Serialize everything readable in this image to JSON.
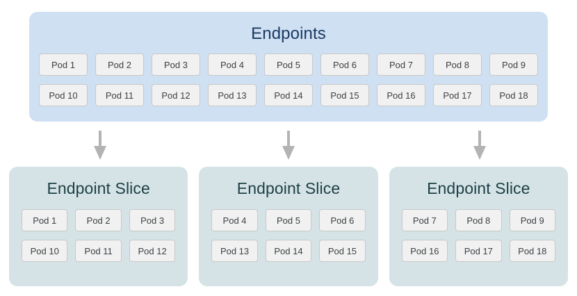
{
  "diagram": {
    "endpoints": {
      "title": "Endpoints",
      "bg_color": "#cfe0f2",
      "title_color": "#1b3a63",
      "pods": [
        "Pod 1",
        "Pod 2",
        "Pod 3",
        "Pod 4",
        "Pod 5",
        "Pod 6",
        "Pod 7",
        "Pod 8",
        "Pod 9",
        "Pod 10",
        "Pod 11",
        "Pod 12",
        "Pod 13",
        "Pod 14",
        "Pod 15",
        "Pod 16",
        "Pod 17",
        "Pod 18"
      ]
    },
    "arrows": {
      "count": 3,
      "color": "#b3b3b3",
      "direction": "down"
    },
    "slices": [
      {
        "title": "Endpoint Slice",
        "bg_color": "#d5e3e6",
        "title_color": "#1d3f45",
        "pods": [
          "Pod 1",
          "Pod 2",
          "Pod 3",
          "Pod 10",
          "Pod 11",
          "Pod 12"
        ]
      },
      {
        "title": "Endpoint Slice",
        "bg_color": "#d5e3e6",
        "title_color": "#1d3f45",
        "pods": [
          "Pod 4",
          "Pod 5",
          "Pod 6",
          "Pod 13",
          "Pod 14",
          "Pod 15"
        ]
      },
      {
        "title": "Endpoint Slice",
        "bg_color": "#d5e3e6",
        "title_color": "#1d3f45",
        "pods": [
          "Pod 7",
          "Pod 8",
          "Pod 9",
          "Pod 16",
          "Pod 17",
          "Pod 18"
        ]
      }
    ],
    "pod_chip": {
      "bg_color": "#f1f1f1",
      "border_color": "#c8c8c8",
      "text_color": "#3c4043"
    }
  }
}
